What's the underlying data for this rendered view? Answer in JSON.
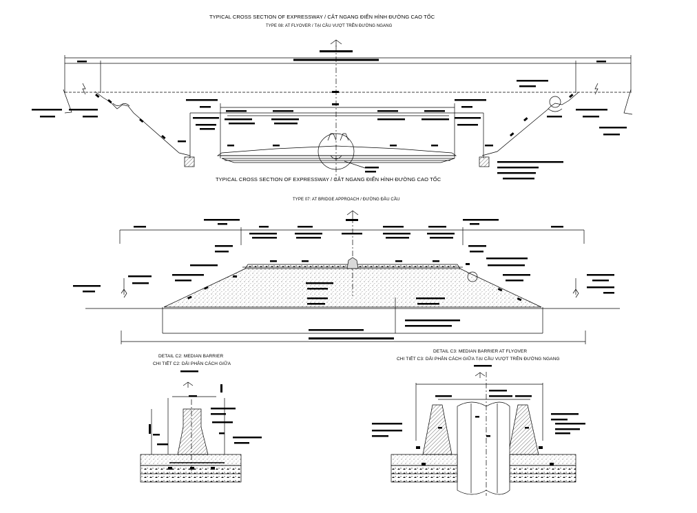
{
  "section1": {
    "title": "TYPICAL CROSS SECTION OF EXPRESSWAY / CẮT NGANG ĐIỂN HÌNH ĐƯỜNG CAO TỐC",
    "subtitle": "TYPE 08: AT FLYOVER / TẠI CẦU VƯỢT TRÊN ĐƯỜNG NGANG"
  },
  "section2": {
    "title": "TYPICAL CROSS SECTION OF EXPRESSWAY / CẮT NGANG ĐIỂN HÌNH ĐƯỜNG CAO TỐC",
    "subtitle": "TYPE 07: AT BRIDGE APPROACH / ĐƯỜNG ĐẦU CẦU"
  },
  "detail_c2": {
    "title_en": "DETAIL C2: MEDIAN BARRIER",
    "title_vi": "CHI TIẾT C2: DẢI PHÂN CÁCH GIỮA"
  },
  "detail_c3": {
    "title_en": "DETAIL C3: MEDIAN BARRIER AT FLYOVER",
    "title_vi": "CHI TIẾT C3: DẢI PHÂN CÁCH GIỮA TẠI CẦU VƯỢT TRÊN ĐƯỜNG NGANG"
  },
  "colors": {
    "ink": "#000000",
    "paper": "#ffffff",
    "fill_gray": "#d9d9d9"
  }
}
